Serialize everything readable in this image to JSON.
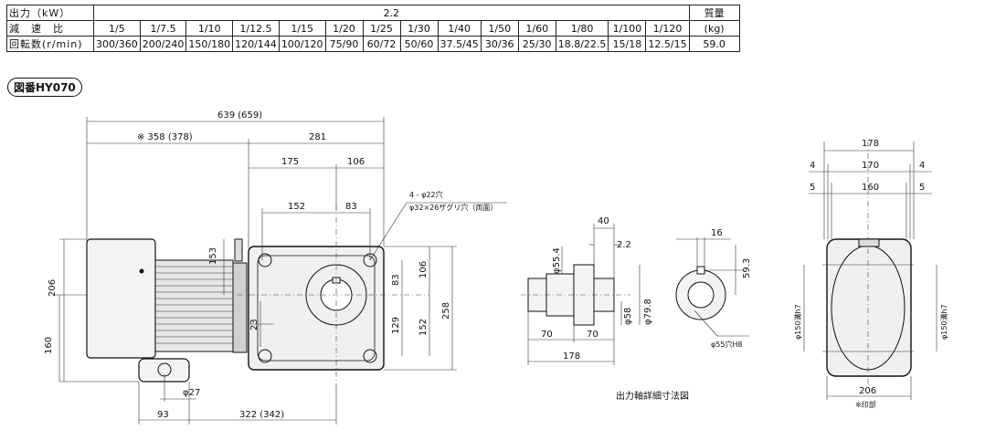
{
  "spec_table": {
    "row1": {
      "label": "出力（kW）",
      "value": "2.2",
      "unit_header": "質量"
    },
    "row2": {
      "label": "減　速　比",
      "values": [
        "1/5",
        "1/7.5",
        "1/10",
        "1/12.5",
        "1/15",
        "1/20",
        "1/25",
        "1/30",
        "1/40",
        "1/50",
        "1/60",
        "1/80",
        "1/100",
        "1/120"
      ],
      "unit": "(kg)"
    },
    "row3": {
      "label": "回転数(r/min)",
      "values": [
        "300/360",
        "200/240",
        "150/180",
        "120/144",
        "100/120",
        "75/90",
        "60/72",
        "50/60",
        "37.5/45",
        "30/36",
        "25/30",
        "18.8/22.5",
        "15/18",
        "12.5/15"
      ],
      "mass": "59.0"
    }
  },
  "drawing_id": "図番HY070",
  "front_view": {
    "dims": {
      "overall": "639 (659)",
      "left_part": "※ 358 (378)",
      "right_part": "281",
      "d175": "175",
      "d106_top": "106",
      "d152_top": "152",
      "d83_top": "83",
      "hole_note_1": "4 - φ22穴",
      "hole_note_2": "φ32×26ザグリ穴（両面）",
      "d153": "153",
      "d206": "206",
      "d160": "160",
      "d23": "23",
      "d106_side": "106",
      "d83_side": "83",
      "d129": "129",
      "d152_side": "152",
      "d258": "258",
      "d27": "φ27",
      "d93": "93",
      "d322": "322 (342)"
    }
  },
  "shaft_view": {
    "dims": {
      "d40": "40",
      "d22": "2.2",
      "d554": "φ55.4",
      "d58": "φ58",
      "d798": "φ79.8",
      "d70a": "70",
      "d70b": "70",
      "d178": "178",
      "d16": "16",
      "d593": "59.3",
      "d55h8": "φ55穴H8"
    },
    "caption": "出力軸詳細寸法図"
  },
  "side_view": {
    "dims": {
      "d178": "178",
      "d4a": "4",
      "d170": "170",
      "d4b": "4",
      "d5a": "5",
      "d160": "160",
      "d5b": "5",
      "d150_left": "φ150溝h7",
      "d150_right": "φ150溝h7",
      "d206": "206",
      "note": "※印部"
    }
  }
}
